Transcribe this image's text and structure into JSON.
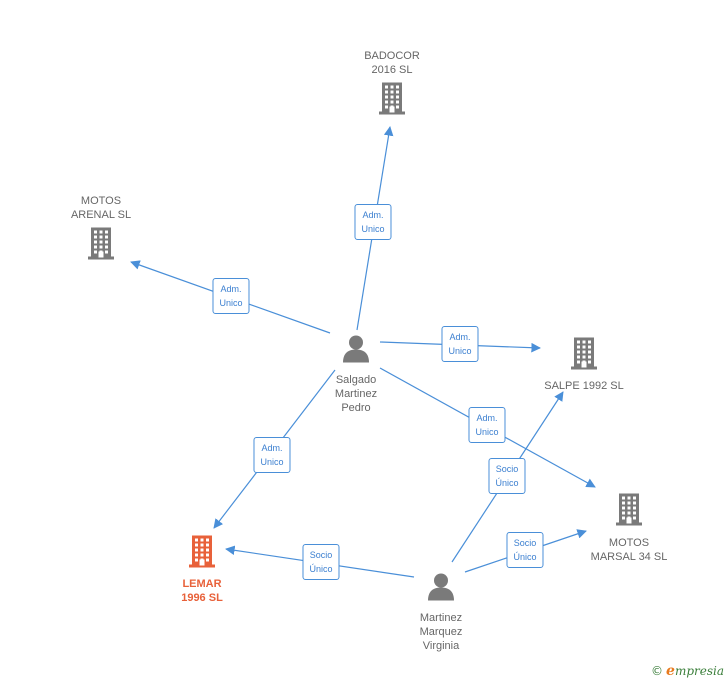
{
  "colors": {
    "edge": "#4a8fd8",
    "company": "#7a7a7a",
    "company_highlight": "#e8613a",
    "person": "#7a7a7a"
  },
  "nodes": {
    "badocor": {
      "type": "company",
      "icon": "building-icon",
      "lines": [
        "BADOCOR",
        "2016 SL"
      ]
    },
    "motos_arenal": {
      "type": "company",
      "icon": "building-icon",
      "lines": [
        "MOTOS",
        "ARENAL SL"
      ]
    },
    "salpe": {
      "type": "company",
      "icon": "building-icon",
      "lines": [
        "SALPE 1992  SL"
      ]
    },
    "motos_marsal": {
      "type": "company",
      "icon": "building-icon",
      "lines": [
        "MOTOS",
        "MARSAL 34  SL"
      ]
    },
    "lemar": {
      "type": "company",
      "icon": "building-icon",
      "highlight": true,
      "lines": [
        "LEMAR",
        "1996  SL"
      ]
    },
    "salgado": {
      "type": "person",
      "icon": "person-icon",
      "lines": [
        "Salgado",
        "Martinez",
        "Pedro"
      ]
    },
    "martinez": {
      "type": "person",
      "icon": "person-icon",
      "lines": [
        "Martinez",
        "Marquez",
        "Virginia"
      ]
    }
  },
  "edges": [
    {
      "from": "salgado",
      "to": "badocor",
      "lines": [
        "Adm.",
        "Unico"
      ]
    },
    {
      "from": "salgado",
      "to": "motos_arenal",
      "lines": [
        "Adm.",
        "Unico"
      ]
    },
    {
      "from": "salgado",
      "to": "salpe",
      "lines": [
        "Adm.",
        "Unico"
      ]
    },
    {
      "from": "salgado",
      "to": "motos_marsal",
      "lines": [
        "Adm.",
        "Unico"
      ]
    },
    {
      "from": "salgado",
      "to": "lemar",
      "lines": [
        "Adm.",
        "Unico"
      ]
    },
    {
      "from": "martinez",
      "to": "salpe",
      "lines": [
        "Socio",
        "Único"
      ]
    },
    {
      "from": "martinez",
      "to": "motos_marsal",
      "lines": [
        "Socio",
        "Único"
      ]
    },
    {
      "from": "martinez",
      "to": "lemar",
      "lines": [
        "Socio",
        "Único"
      ]
    }
  ],
  "brand": {
    "copyright": "©",
    "initial": "e",
    "rest": "mpresia"
  }
}
